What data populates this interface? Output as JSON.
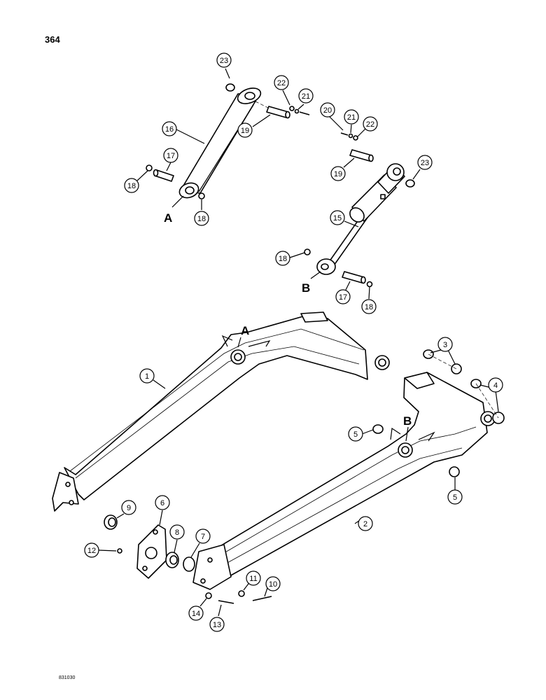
{
  "page_number": "364",
  "figure_code": "831030",
  "view_markers": {
    "a": "A",
    "b": "B"
  },
  "callouts": {
    "c1": "1",
    "c2": "2",
    "c3": "3",
    "c4": "4",
    "c5a": "5",
    "c5b": "5",
    "c6": "6",
    "c7": "7",
    "c8": "8",
    "c9": "9",
    "c10": "10",
    "c11": "11",
    "c12": "12",
    "c13": "13",
    "c14": "14",
    "c15": "15",
    "c16": "16",
    "c17a": "17",
    "c17b": "17",
    "c18a": "18",
    "c18b": "18",
    "c18c": "18",
    "c18d": "18",
    "c19a": "19",
    "c19b": "19",
    "c20": "20",
    "c21a": "21",
    "c21b": "21",
    "c22a": "22",
    "c22b": "22",
    "c23a": "23",
    "c23b": "23"
  }
}
